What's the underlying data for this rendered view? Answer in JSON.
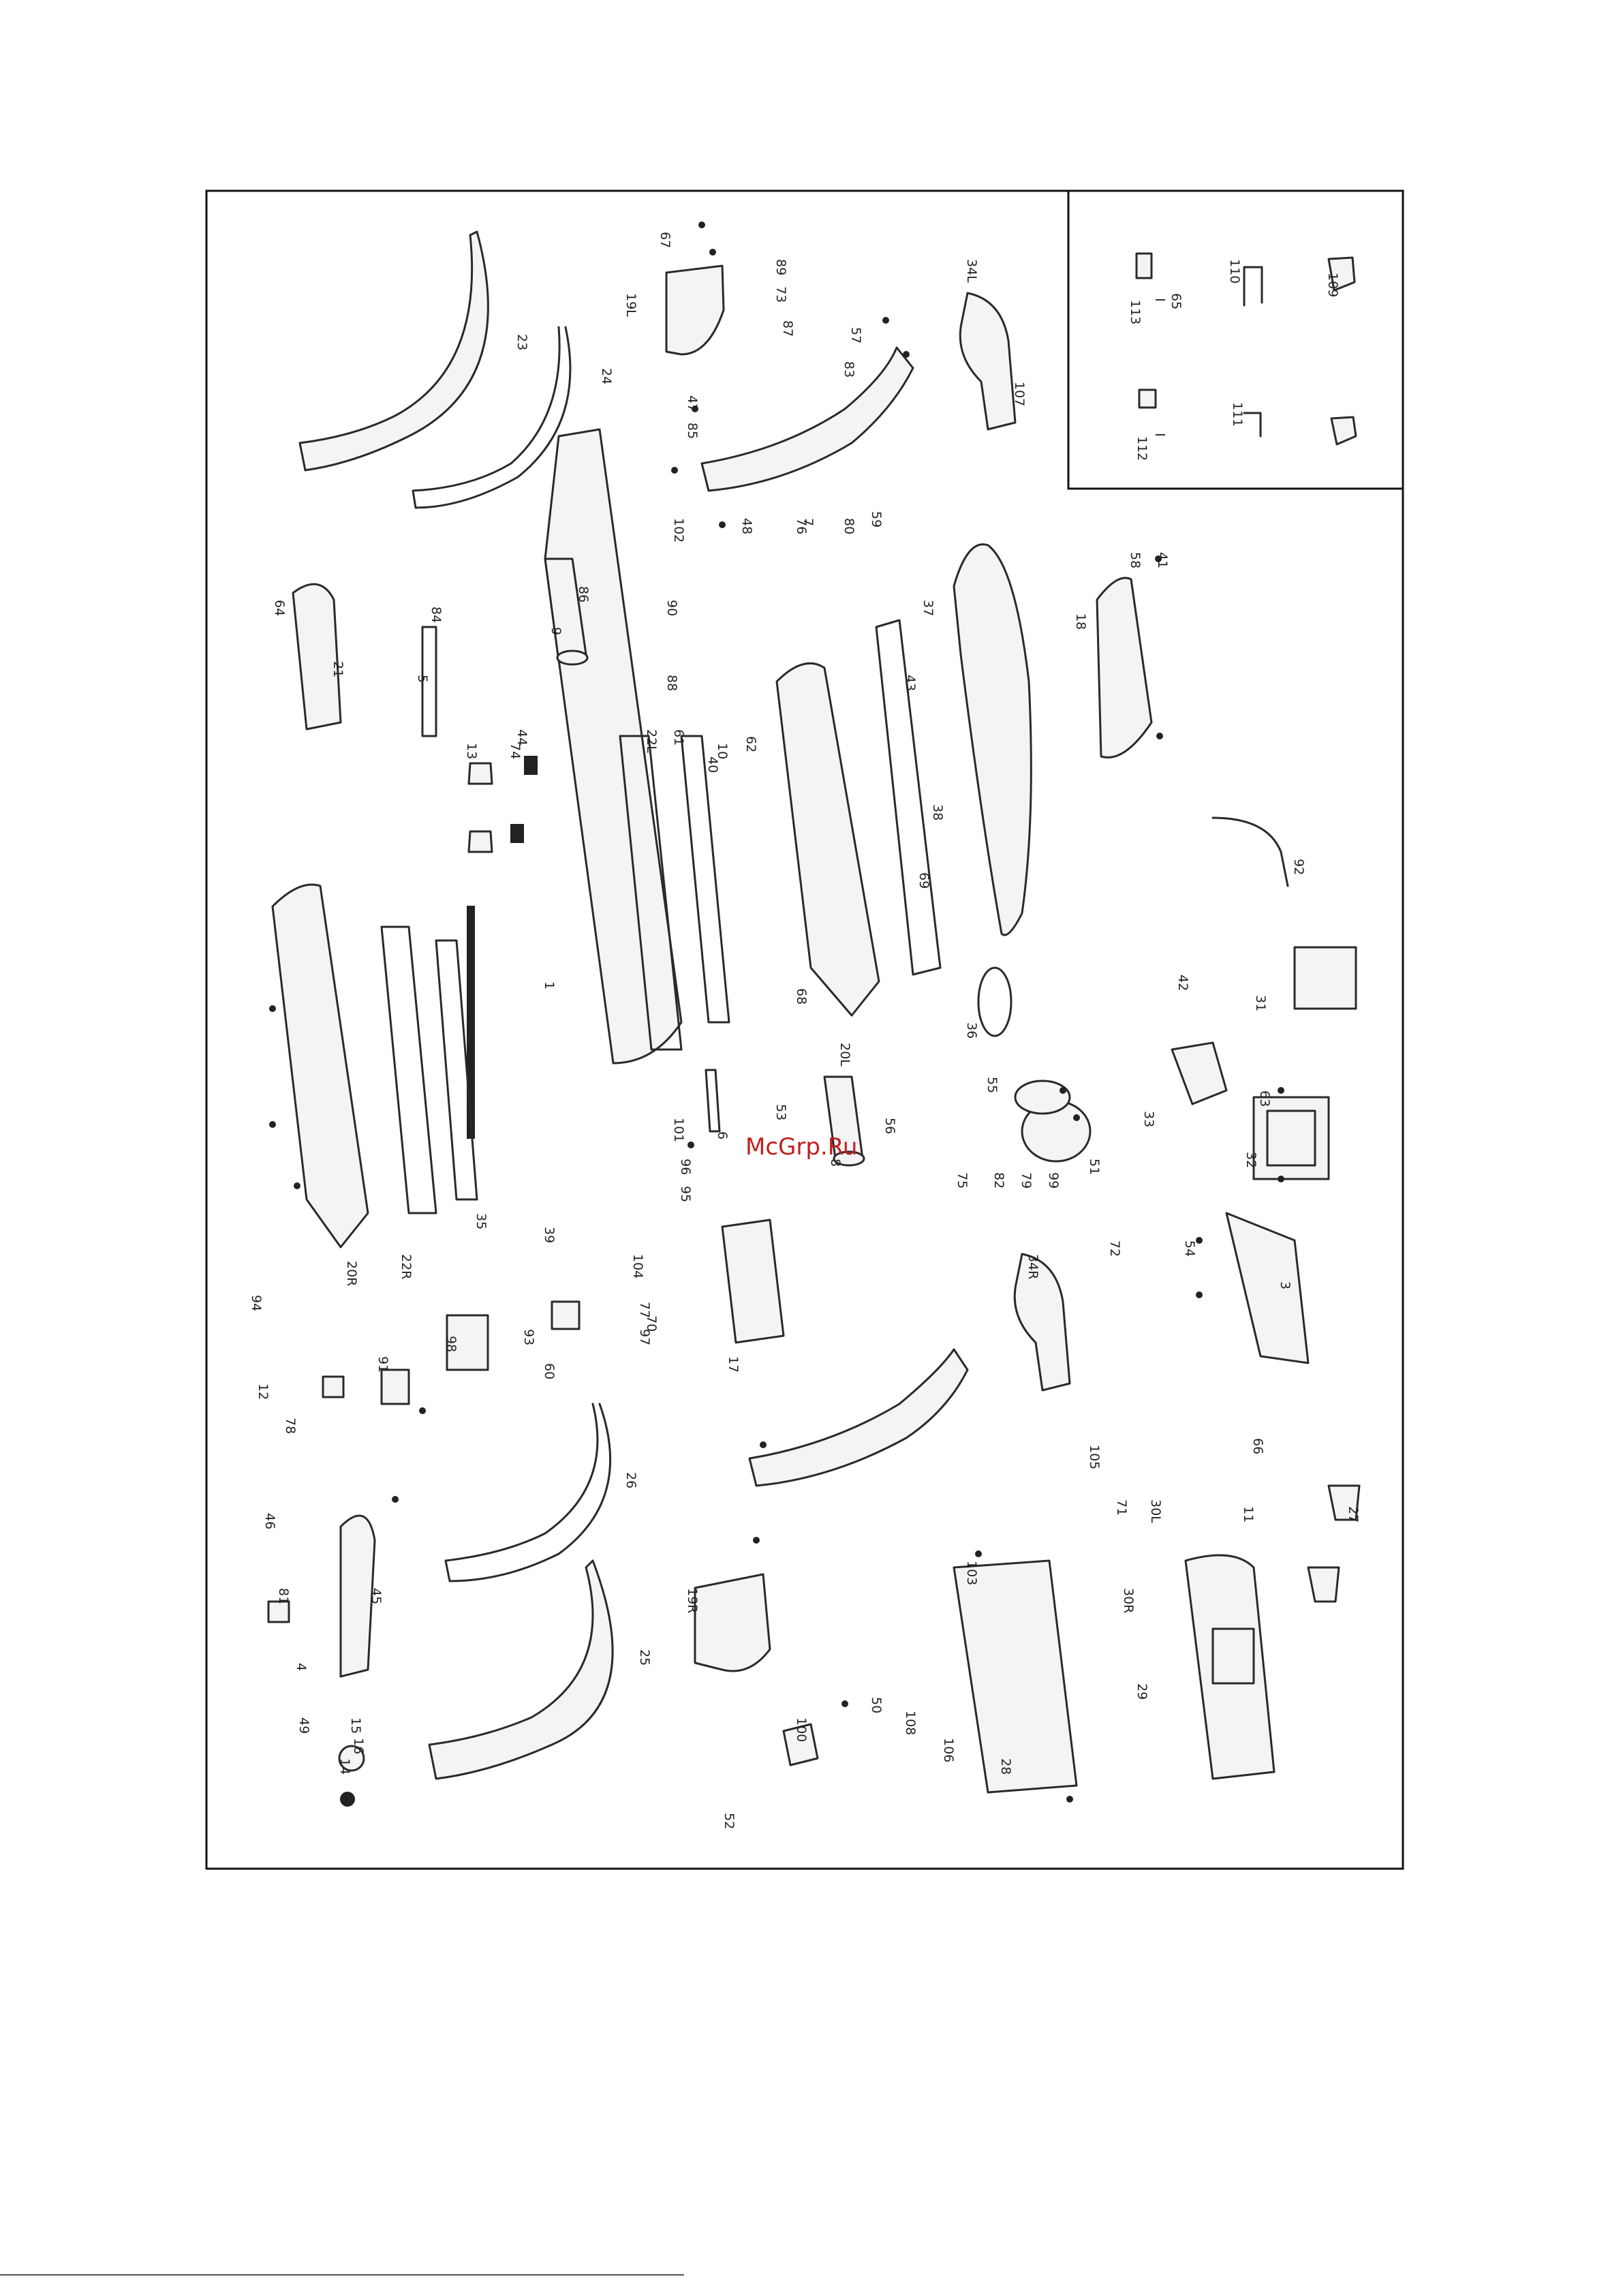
{
  "watermark": "McGrp.Ru",
  "part_labels": [
    "1",
    "3",
    "4",
    "5",
    "6",
    "7",
    "8",
    "9",
    "10",
    "11",
    "12",
    "13",
    "14",
    "15",
    "16",
    "17",
    "18",
    "19L",
    "19R",
    "20L",
    "20R",
    "21",
    "22L",
    "22R",
    "23",
    "24",
    "25",
    "26",
    "27",
    "28",
    "29",
    "30L",
    "30R",
    "31",
    "32",
    "33",
    "34L",
    "34R",
    "35",
    "36",
    "37",
    "38",
    "39",
    "40",
    "41",
    "42",
    "43",
    "44",
    "45",
    "46",
    "47",
    "48",
    "49",
    "50",
    "51",
    "52",
    "53",
    "54",
    "55",
    "56",
    "57",
    "58",
    "59",
    "60",
    "61",
    "62",
    "63",
    "64",
    "65",
    "66",
    "67",
    "68",
    "69",
    "70",
    "71",
    "72",
    "73",
    "74",
    "75",
    "76",
    "77",
    "78",
    "79",
    "80",
    "81",
    "82",
    "83",
    "84",
    "85",
    "86",
    "87",
    "88",
    "89",
    "90",
    "91",
    "92",
    "93",
    "94",
    "95",
    "96",
    "97",
    "98",
    "99",
    "100",
    "101",
    "102",
    "103",
    "104",
    "105",
    "106",
    "107",
    "108",
    "109",
    "110",
    "111",
    "112",
    "113"
  ]
}
